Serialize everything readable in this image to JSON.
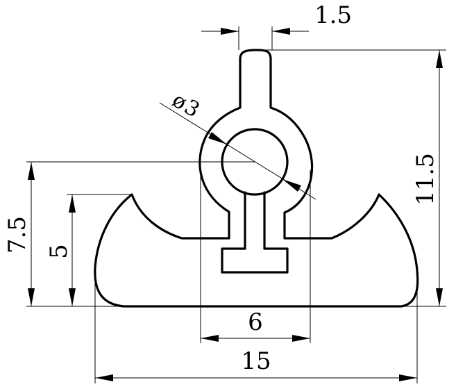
{
  "dimensions": {
    "top_width": "1.5",
    "hole_diameter_symbol": "ø",
    "hole_diameter": "3",
    "total_height": "11.5",
    "left_height": "7.5",
    "wing_height": "5",
    "stem_width": "6",
    "overall_width": "15"
  }
}
